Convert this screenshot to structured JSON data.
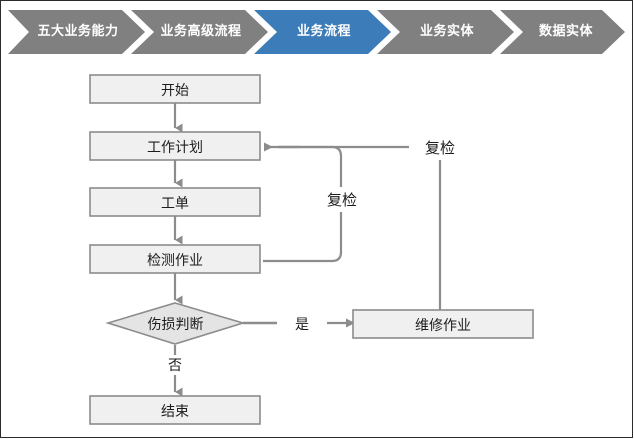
{
  "breadcrumb": {
    "active_index": 2,
    "active_color": "#3c7cb8",
    "inactive_color": "#808080",
    "items": [
      {
        "label": "五大业务能力",
        "active": false
      },
      {
        "label": "业务高级流程",
        "active": false
      },
      {
        "label": "业务流程",
        "active": true
      },
      {
        "label": "业务实体",
        "active": false
      },
      {
        "label": "数据实体",
        "active": false
      }
    ]
  },
  "flowchart": {
    "type": "flowchart",
    "node_fill": "#f0f0f0",
    "node_stroke": "#8c8c8c",
    "connector_color": "#8c8c8c",
    "nodes": [
      {
        "id": "start",
        "label": "开始",
        "shape": "rect"
      },
      {
        "id": "plan",
        "label": "工作计划",
        "shape": "rect"
      },
      {
        "id": "order",
        "label": "工单",
        "shape": "rect"
      },
      {
        "id": "inspect",
        "label": "检测作业",
        "shape": "rect"
      },
      {
        "id": "judge",
        "label": "伤损判断",
        "shape": "diamond"
      },
      {
        "id": "repair",
        "label": "维修作业",
        "shape": "rect"
      },
      {
        "id": "end",
        "label": "结束",
        "shape": "rect"
      }
    ],
    "edges": [
      {
        "from": "start",
        "to": "plan",
        "label": ""
      },
      {
        "from": "plan",
        "to": "order",
        "label": ""
      },
      {
        "from": "order",
        "to": "inspect",
        "label": ""
      },
      {
        "from": "inspect",
        "to": "judge",
        "label": ""
      },
      {
        "from": "judge",
        "to": "repair",
        "label": "是"
      },
      {
        "from": "judge",
        "to": "end",
        "label": "否"
      },
      {
        "from": "inspect",
        "to": "plan",
        "label": "复检"
      },
      {
        "from": "repair",
        "to": "plan",
        "label": "复检"
      }
    ],
    "edge_labels": {
      "yes": "是",
      "no": "否",
      "recheck_inner": "复检",
      "recheck_outer": "复检"
    }
  }
}
